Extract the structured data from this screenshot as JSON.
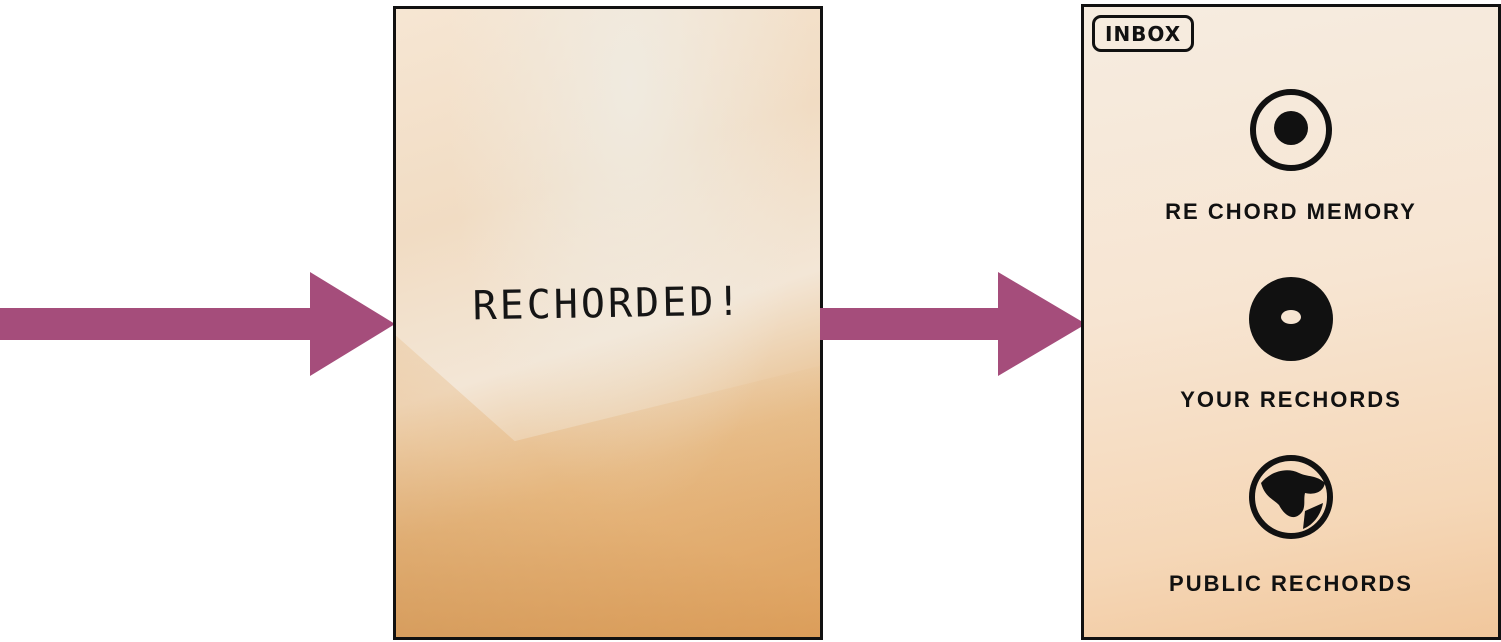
{
  "flow": {
    "arrow_color": "#a54d7b"
  },
  "confirm_screen": {
    "message": "RECHORDED!"
  },
  "inbox_screen": {
    "title": "INBOX",
    "items": [
      {
        "label": "RE CHORD MEMORY",
        "icon": "record-icon"
      },
      {
        "label": "YOUR RECHORDS",
        "icon": "donut-icon"
      },
      {
        "label": "PUBLIC RECHORDS",
        "icon": "globe-icon"
      }
    ]
  }
}
